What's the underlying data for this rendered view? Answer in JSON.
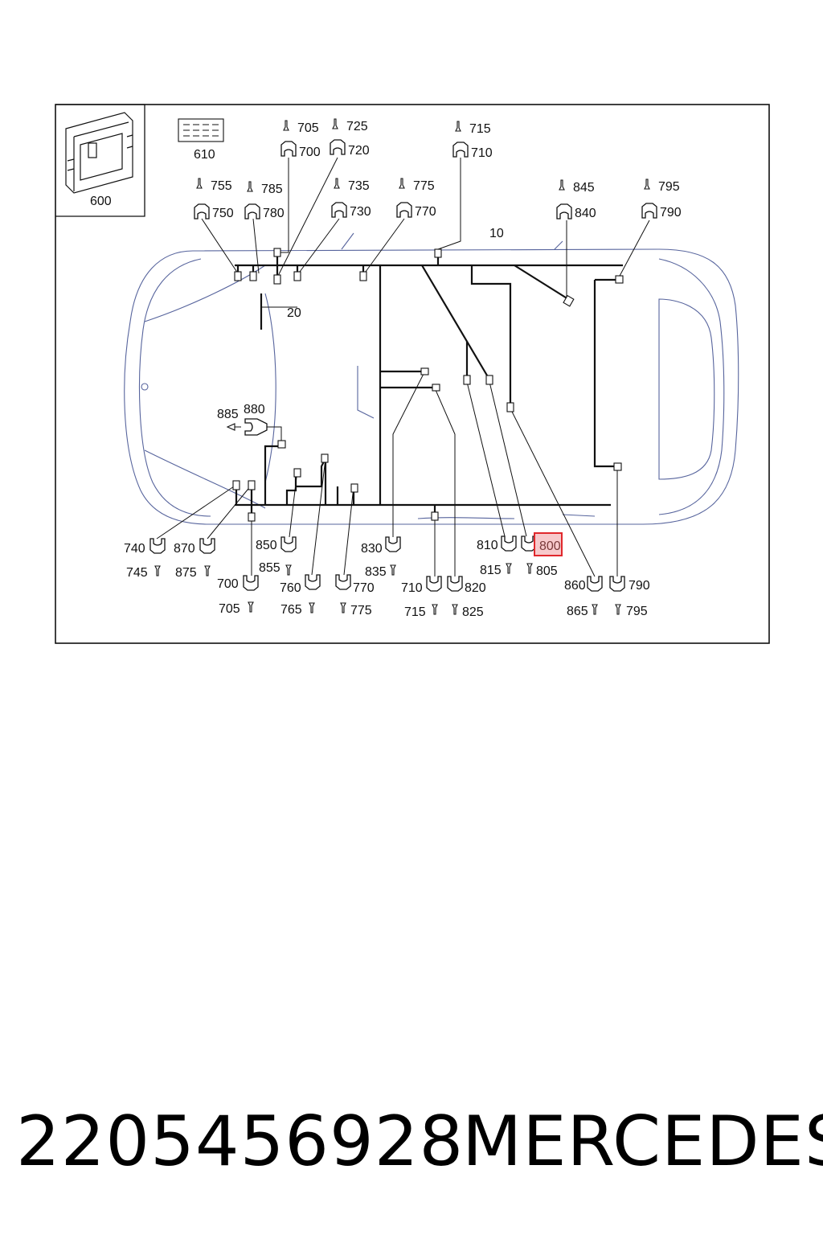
{
  "diagram": {
    "inset_label": "600",
    "fuse_label": "610",
    "harness_main": "10",
    "harness_sub": "20",
    "callout_highlighted": "800",
    "colors": {
      "highlight": "#e0282c",
      "highlight_fill": "#f7c9cb",
      "car_outline": "#3a4a8c",
      "wire": "#111111"
    },
    "top_callouts": [
      {
        "top": "705",
        "bottom": "700"
      },
      {
        "top": "725",
        "bottom": "720"
      },
      {
        "top": "715",
        "bottom": "710"
      },
      {
        "top": "755",
        "bottom": "750"
      },
      {
        "top": "785",
        "bottom": "780"
      },
      {
        "top": "735",
        "bottom": "730"
      },
      {
        "top": "775",
        "bottom": "770"
      },
      {
        "top": "845",
        "bottom": "840"
      },
      {
        "top": "795",
        "bottom": "790"
      }
    ],
    "left_callouts": [
      {
        "a": "885",
        "b": "880"
      }
    ],
    "bottom_callouts": [
      {
        "plug": "740",
        "pin": "745"
      },
      {
        "plug": "870",
        "pin": "875"
      },
      {
        "plug": "700",
        "pin": "705"
      },
      {
        "plug": "850",
        "pin": "855"
      },
      {
        "plug": "760",
        "pin": "765"
      },
      {
        "plug": "770",
        "pin": "775"
      },
      {
        "plug": "830",
        "pin": "835"
      },
      {
        "plug": "710",
        "pin": "715"
      },
      {
        "plug": "820",
        "pin": "825"
      },
      {
        "plug": "810",
        "pin": "815"
      },
      {
        "plug": "800",
        "pin": "805"
      },
      {
        "plug": "860",
        "pin": "865"
      },
      {
        "plug": "790",
        "pin": "795"
      }
    ]
  },
  "footer": {
    "part_number": "2205456928",
    "brand": "MERCEDES"
  }
}
